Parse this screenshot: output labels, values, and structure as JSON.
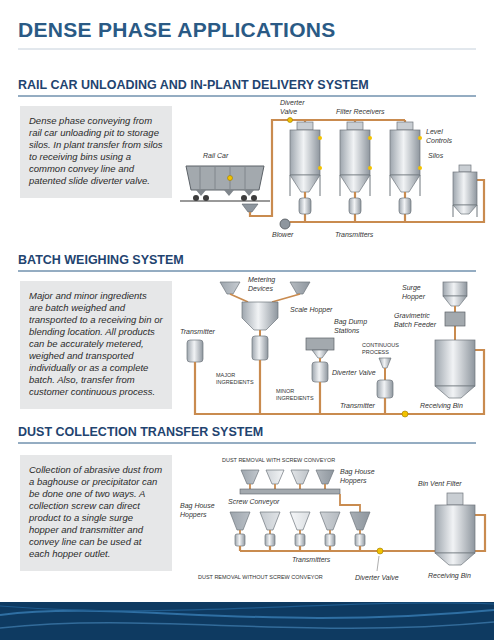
{
  "diagram": {
    "title": "DENSE PHASE APPLICATIONS",
    "nodes": [
      {
        "text": [
          "Dense phase conveying from rail car unloading pit to storage silos. In plant transfer from silos to receiving bins using a common convey line and patented slide diverter valve."
        ]
      },
      {
        "text": [
          "Major and minor ingredients are batch weighed and transported to a receiving bin or blending location. All products can be accurately metered, weighed and transported individually or as a complete batch. Also, transfer from customer continuous process."
        ]
      },
      {
        "text": [
          "Collection of abrasive dust from a baghouse or precipitator can be done one of two ways. A collection screw can direct product to a single surge hopper and transmitter and convey line can be used at each hopper outlet."
        ]
      }
    ],
    "labels": [
      "RAIL CAR UNLOADING AND IN-PLANT DELIVERY SYSTEM",
      "Diverter Valve",
      "Filter Receivers",
      "Rail Car",
      "Level Controls",
      "Silos",
      "Blower",
      "Transmitters",
      "BATCH WEIGHING SYSTEM",
      "Metering Devices",
      "Scale Hopper",
      "Surge Hopper",
      "Bag Dump Stations",
      "CONTINUOUS PROCESS",
      "Gravimetric Batch Feeder",
      "Diverter Valve",
      "Transmitter",
      "MAJOR INGREDIENTS",
      "MINOR INGREDIENTS",
      "Transmitter",
      "Receiving Bin",
      "DUST COLLECTION TRANSFER SYSTEM",
      "DUST REMOVAL WITH SCREW CONVEYOR",
      "Bag House Hoppers",
      "Screw Conveyor",
      "Bag House Hoppers",
      "Bin Vent Filter",
      "Transmitters",
      "DUST REMOVAL WITHOUT SCREW CONVEYOR",
      "Diverter Valve",
      "Receiving Bin"
    ]
  }
}
